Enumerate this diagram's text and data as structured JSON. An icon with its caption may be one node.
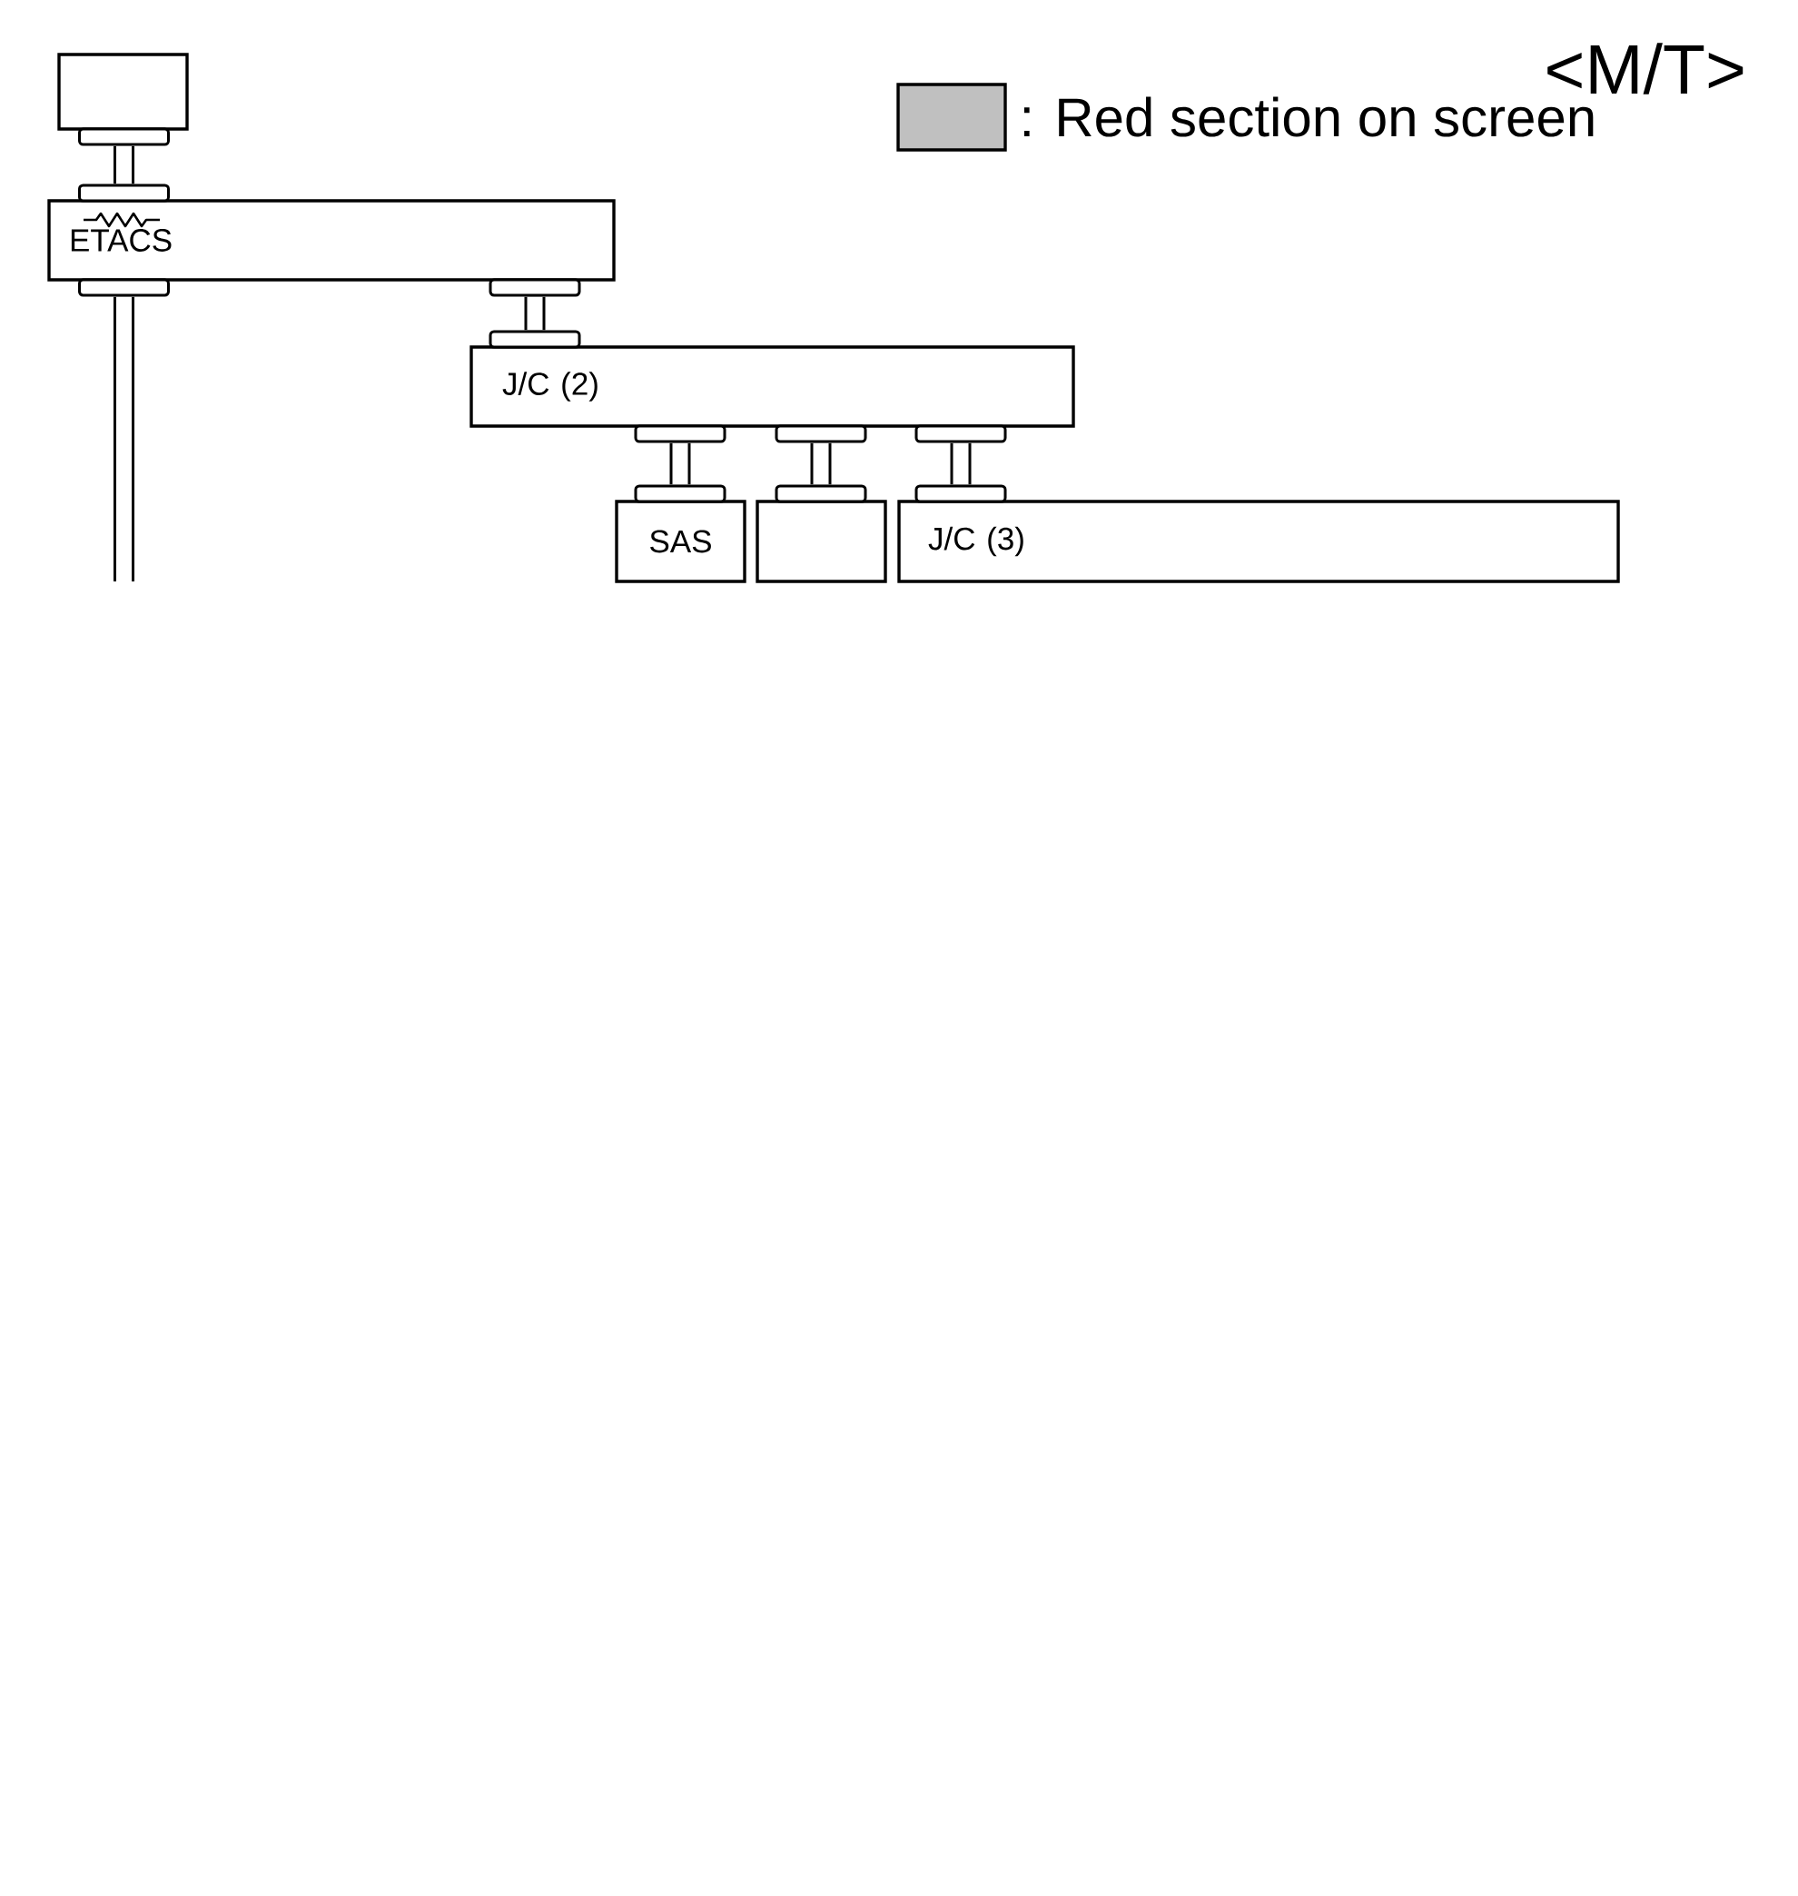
{
  "diagram": {
    "nodes": [
      {
        "text": [],
        "shape": "box"
      },
      {
        "text": [
          "ETACS"
        ]
      },
      {
        "text": [
          "J/C (2)"
        ]
      },
      {
        "text": [
          "SAS"
        ]
      },
      {
        "text": [],
        "shape": "box"
      },
      {
        "text": [
          "J/C (3)"
        ]
      }
    ],
    "edges": [
      {
        "from": 0,
        "to": 1,
        "arrow": "none"
      },
      {
        "from": 1,
        "to": 2,
        "arrow": "none"
      },
      {
        "from": 2,
        "to": 3,
        "arrow": "none"
      },
      {
        "from": 2,
        "to": 4,
        "arrow": "none"
      },
      {
        "from": 2,
        "to": 5,
        "arrow": "none"
      },
      {
        "from": 1,
        "to": null,
        "arrow": "none"
      }
    ],
    "labels": [
      "<M/T>"
    ],
    "legend": [
      {
        "text": ": Red section on screen",
        "color": "#c0c0c0"
      }
    ]
  }
}
